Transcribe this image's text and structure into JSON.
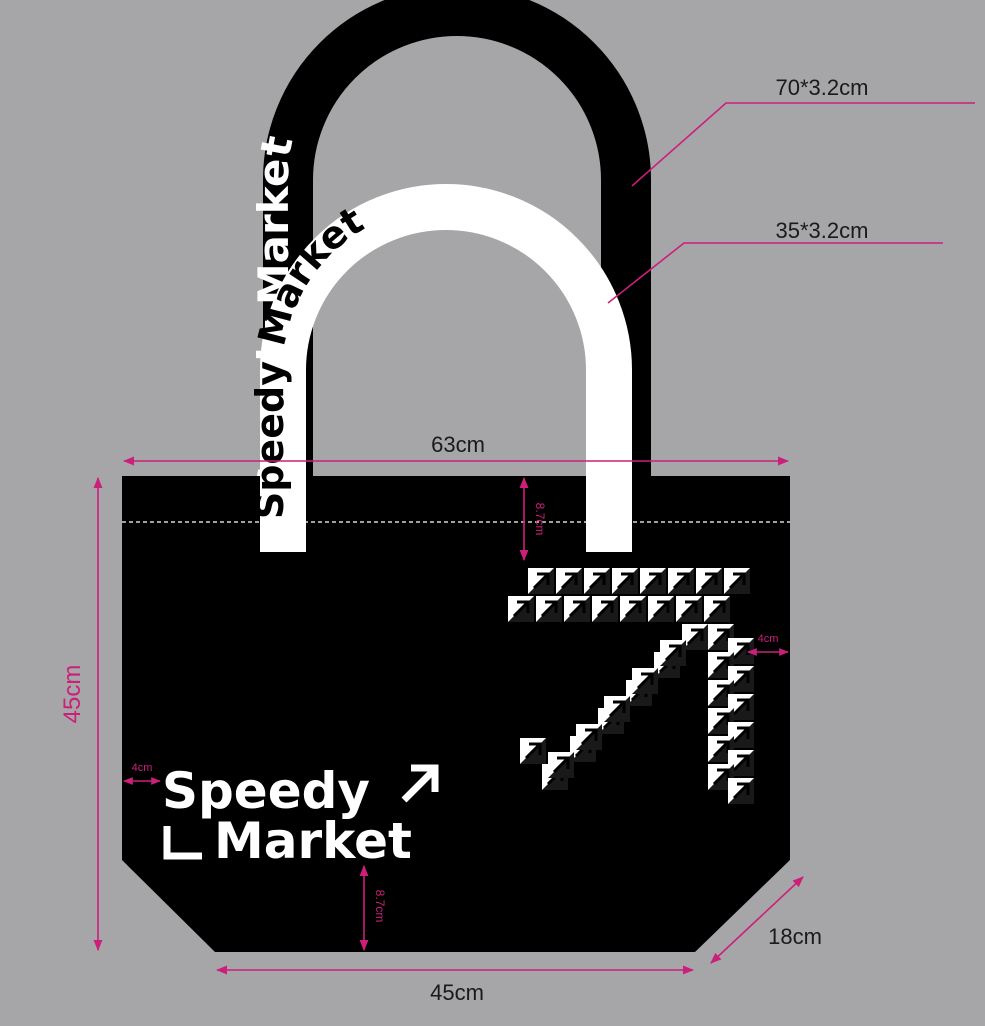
{
  "brand": {
    "line1": "Speedy",
    "line2": "Market",
    "strap_text": "Speedy Market"
  },
  "dimensions": {
    "long_strap": "70*3.2cm",
    "short_strap": "35*3.2cm",
    "top_width": "63cm",
    "height": "45cm",
    "bottom_width": "45cm",
    "gusset": "18cm",
    "hem_depth": "8.7cm",
    "logo_margin": "4cm",
    "logo_bottom": "8.7cm",
    "pattern_margin": "4cm"
  },
  "colors": {
    "background": "#a6a6a8",
    "bag": "#000000",
    "print": "#ffffff",
    "dimension": "#cc1f7a",
    "label": "#1a1a1a"
  },
  "icons": [
    "arrow-up-right-icon",
    "arrow-down-left-icon",
    "dimension-arrow-icon"
  ]
}
